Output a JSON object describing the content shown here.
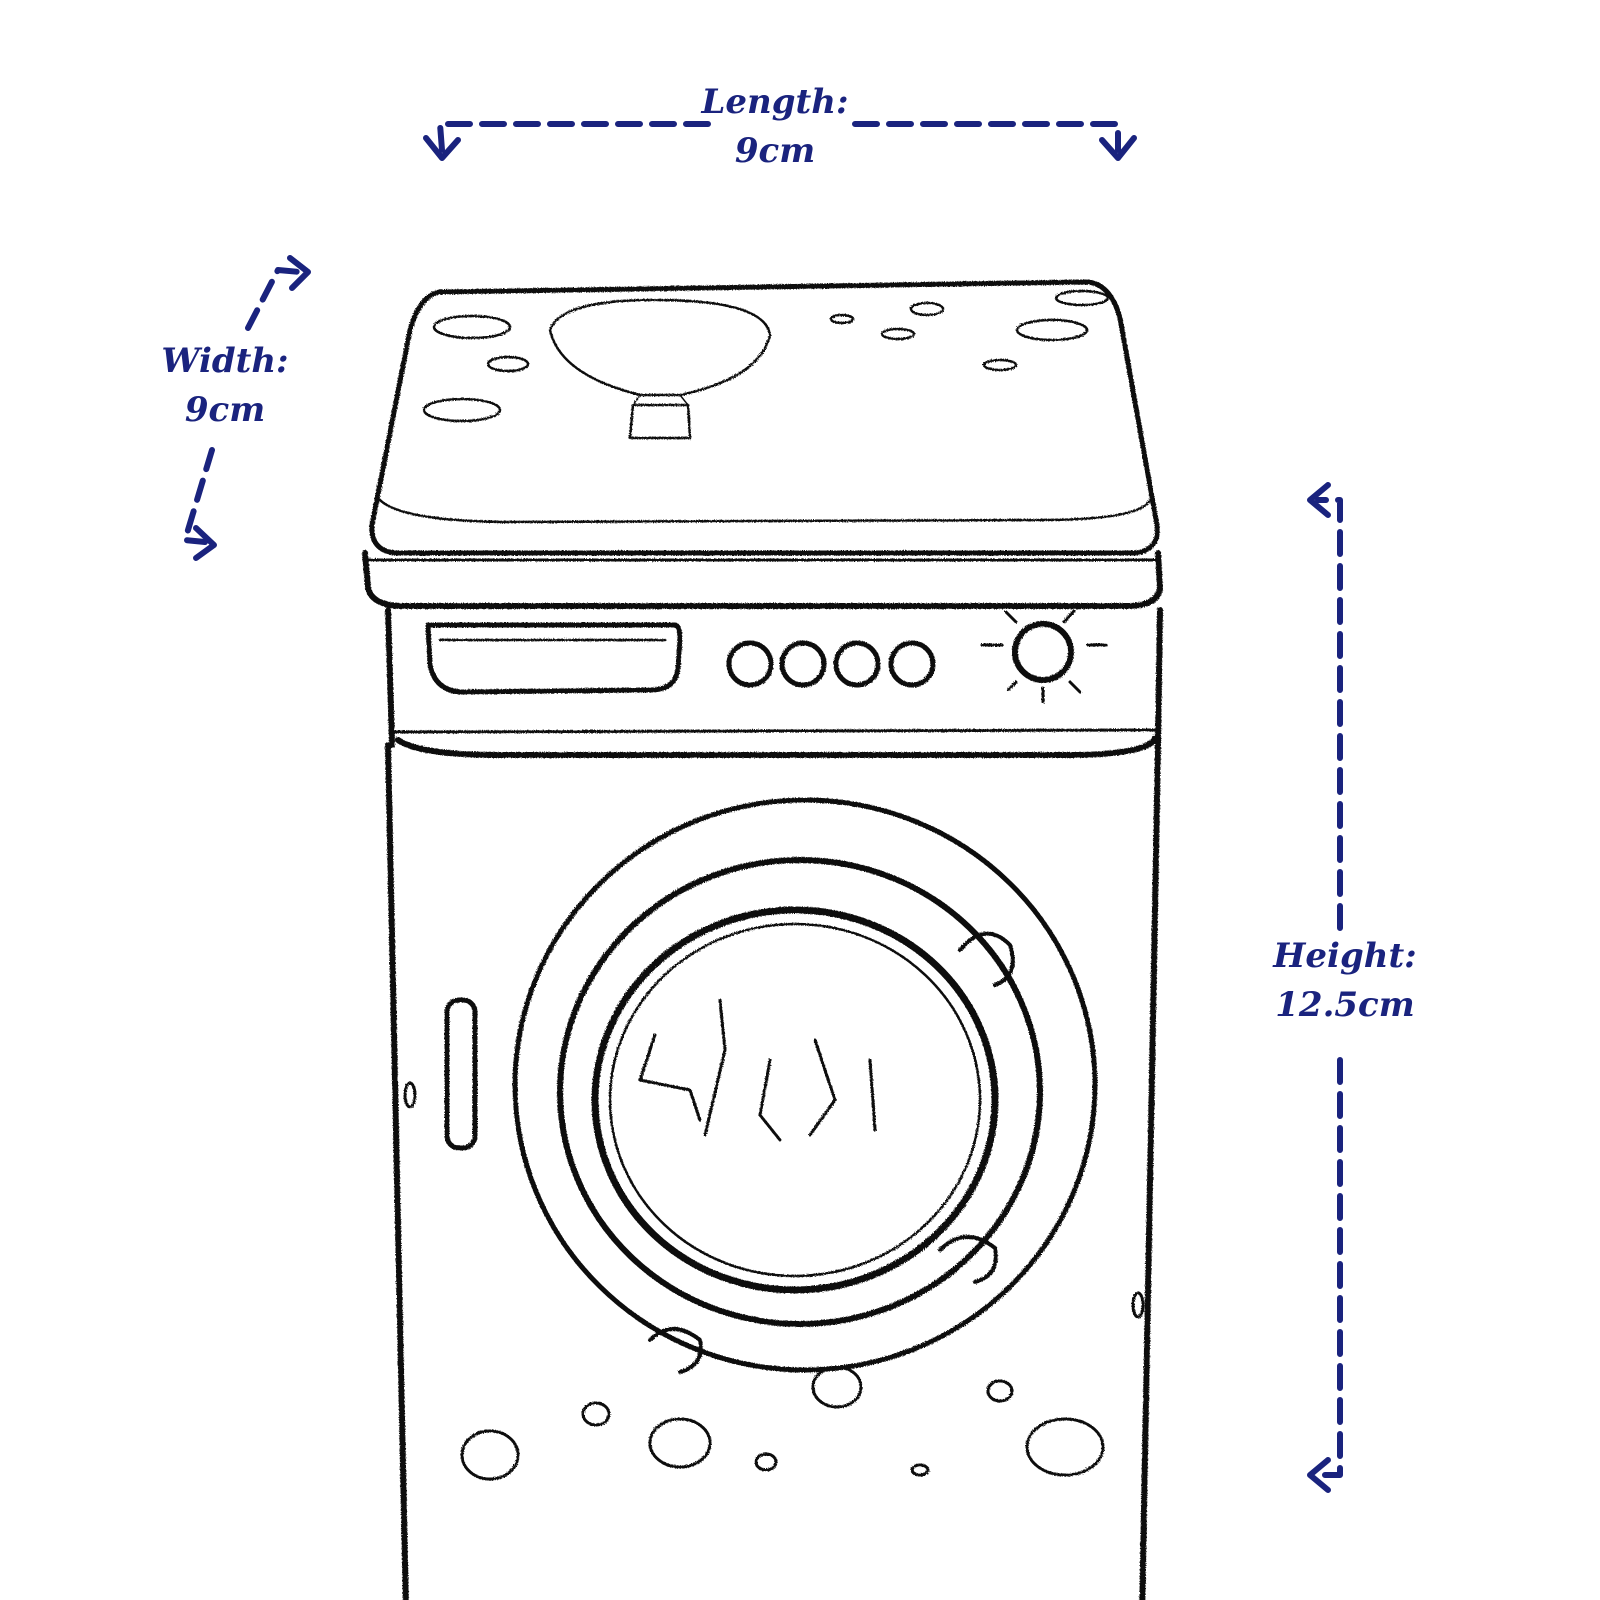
{
  "dimensions": {
    "length": {
      "label": "Length:",
      "value": "9cm"
    },
    "width": {
      "label": "Width:",
      "value": "9cm"
    },
    "height": {
      "label": "Height:",
      "value": "12.5cm"
    }
  },
  "colors": {
    "annotation": "#1a237e",
    "outline": "#111111",
    "background": "#ffffff"
  },
  "icons": {
    "product": "washing-machine-tin-icon",
    "arrow": "dashed-arrow-icon"
  }
}
